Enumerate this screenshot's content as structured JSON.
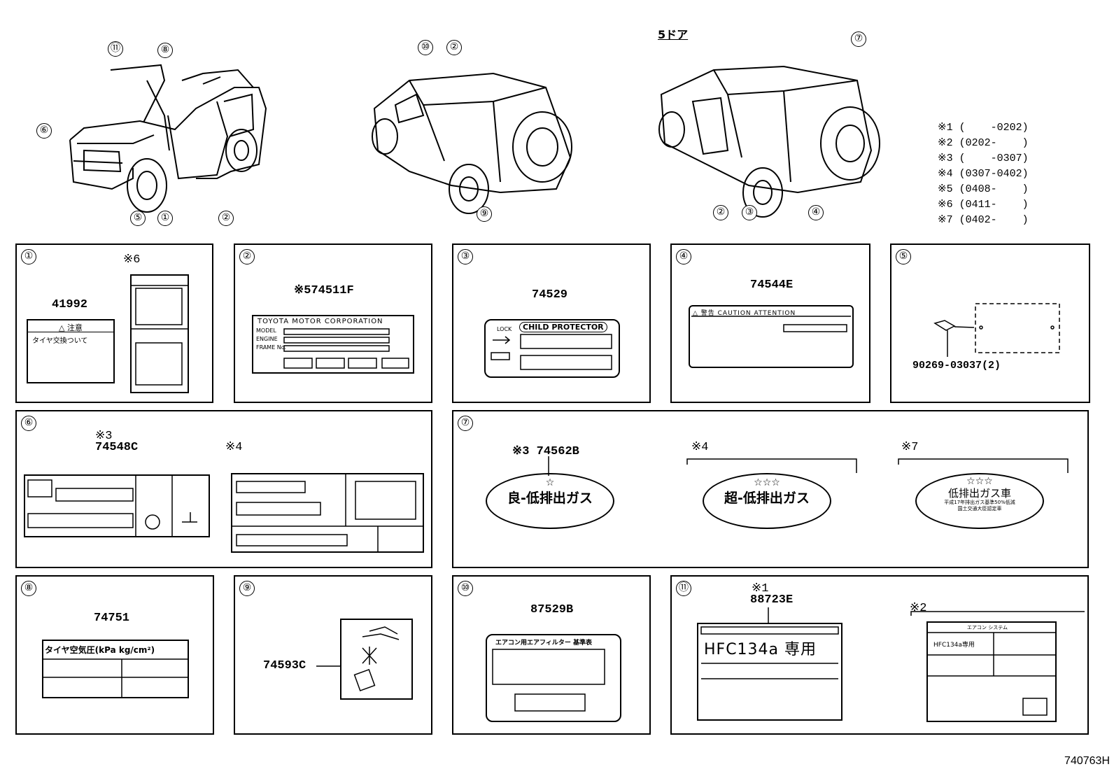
{
  "header": {
    "door_label": "5ドア",
    "diagram_code": "740763H"
  },
  "notes": [
    "※1 (    -0202)",
    "※2 (0202-    )",
    "※3 (    -0307)",
    "※4 (0307-0402)",
    "※5 (0408-    )",
    "※6 (0411-    )",
    "※7 (0402-    )"
  ],
  "callouts": {
    "car1": [
      "⑪",
      "⑧",
      "⑥",
      "⑤",
      "①",
      "②"
    ],
    "car2": [
      "⑩",
      "②",
      "⑨"
    ],
    "car3": [
      "⑦",
      "②",
      "③",
      "④"
    ]
  },
  "panels": {
    "p1": {
      "tag": "①",
      "part": "41992",
      "variant": "※6",
      "title": "△ 注意",
      "line": "タイヤ交換ついて"
    },
    "p2": {
      "tag": "②",
      "part": "※574511F",
      "maker": "TOYOTA MOTOR CORPORATION",
      "rows": [
        "MODEL",
        "ENGINE",
        "FRAME No."
      ]
    },
    "p3": {
      "tag": "③",
      "part": "74529",
      "lock": "LOCK",
      "title": "CHILD PROTECTOR"
    },
    "p4": {
      "tag": "④",
      "part": "74544E",
      "header": "△ 警告  CAUTION  ATTENTION"
    },
    "p5": {
      "tag": "⑤",
      "part": "90269-03037(2)"
    },
    "p6": {
      "tag": "⑥",
      "variant_a": "※3",
      "part": "74548C",
      "variant_b": "※4"
    },
    "p7": {
      "tag": "⑦",
      "part_a": "※3 74562B",
      "text_a": "良-低排出ガス",
      "variant_b": "※4",
      "text_b": "超-低排出ガス",
      "variant_c": "※7",
      "text_c": "低排出ガス車",
      "sub_c1": "平成17年排出ガス基準50%低減",
      "sub_c2": "国土交通大臣認定車",
      "stars_a": "☆",
      "stars_b": "☆☆☆",
      "stars_c": "☆☆☆"
    },
    "p8": {
      "tag": "⑧",
      "part": "74751",
      "header": "タイヤ空気圧(kPa kg/cm²)"
    },
    "p9": {
      "tag": "⑨",
      "part": "74593C"
    },
    "p10": {
      "tag": "⑩",
      "part": "87529B",
      "header": "エアコン用エアフィルター 基準表"
    },
    "p11": {
      "tag": "⑪",
      "variant_a": "※1",
      "part": "88723E",
      "big": "HFC134a 専用",
      "variant_b": "※2",
      "small_header": "エアコン システム",
      "small_big": "HFC134a専用"
    }
  }
}
